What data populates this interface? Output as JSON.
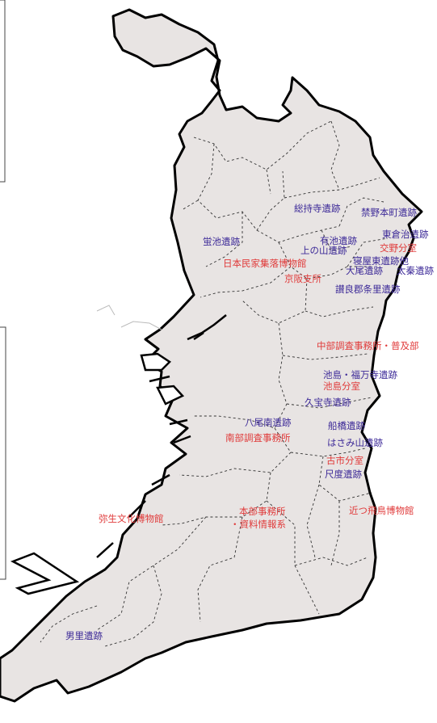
{
  "colors": {
    "land": "#e8e4e3",
    "coast": "#000000",
    "boundary": "#333333",
    "site_label": "#3d2a98",
    "office_label": "#e03a3a"
  },
  "labels": {
    "sojiji": "総持寺遺跡",
    "kinyahonmachi": "禁野本町遺跡",
    "higashikurachi": "東倉治遺跡",
    "katano": "交野分室",
    "bankeike": "蛍池遺跡",
    "ariike": "有池遺跡",
    "uenoyama": "上の山遺跡",
    "neyagawa": "寝屋東遺跡他",
    "minkashuraku": "日本民家集落博物館",
    "oo": "大尾遺跡",
    "uzumasa": "太秦遺跡",
    "keihan": "京阪支所",
    "sanragun": "讃良郡条里遺跡",
    "chubu": "中部調査事務所・普及部",
    "ikeshima": "池島・福万寺遺跡",
    "ikeshima_office": "池島分室",
    "kuhoji": "久宝寺遺跡",
    "funahashi": "船橋遺跡",
    "yaominami": "八尾南遺跡",
    "nanbu": "南部調査事務所",
    "hasamiyama": "はさみ山遺跡",
    "furuichi": "古市分室",
    "sudo": "尺度遺跡",
    "yayoi": "弥生文化博物館",
    "honbu": "本部事務所",
    "shiryo": "・資料情報系",
    "asuka": "近つ飛鳥博物館",
    "onosato": "男里遺跡"
  }
}
